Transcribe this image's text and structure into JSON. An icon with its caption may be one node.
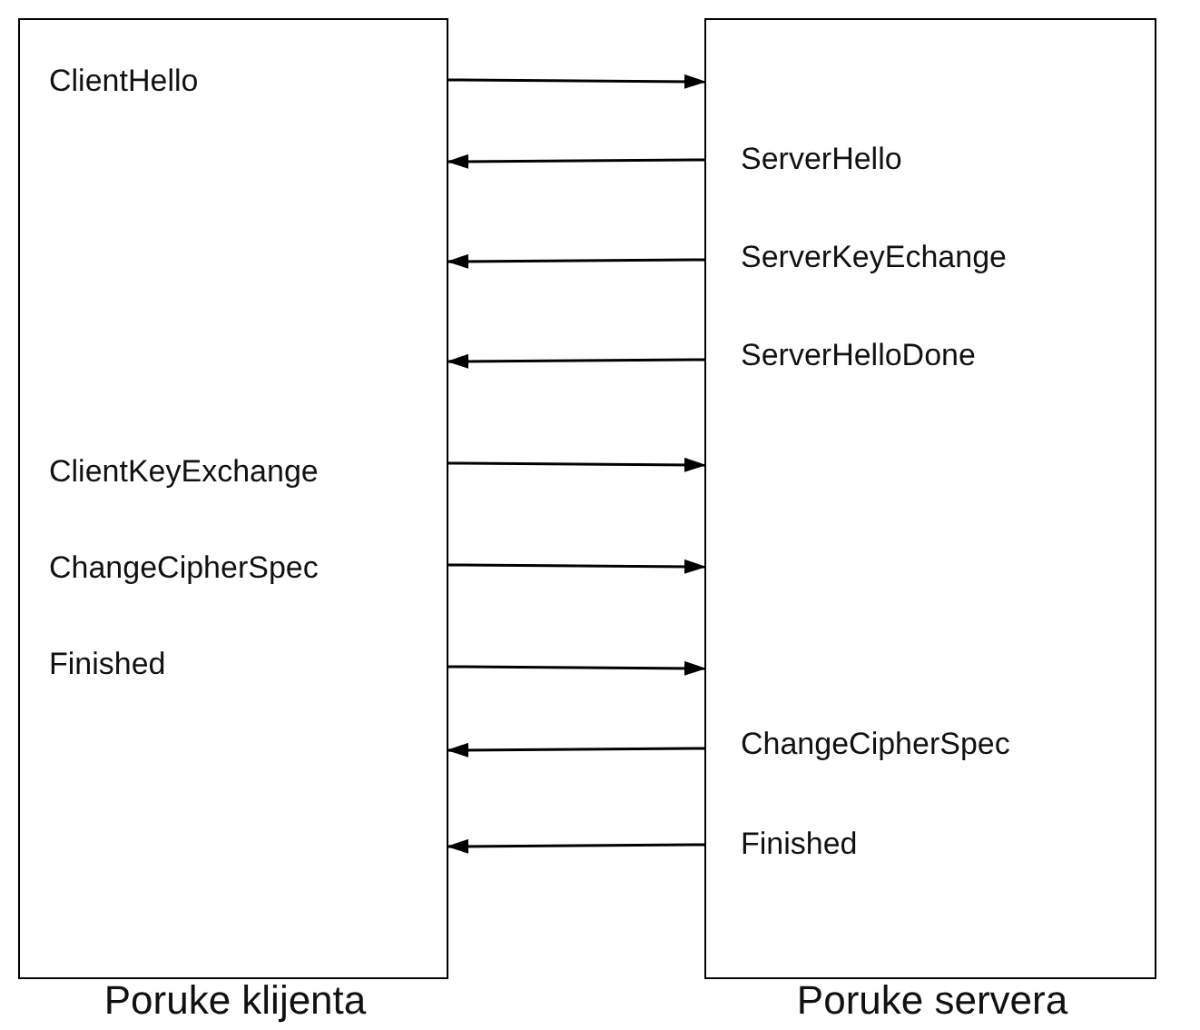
{
  "diagram": {
    "nodes": [
      {
        "text": [
          "ClientHello",
          "ClientKeyExchange",
          "ChangeCipherSpec",
          "Finished",
          "Poruke klijenta"
        ]
      },
      {
        "text": [
          "ServerHello",
          "ServerKeyEchange",
          "ServerHelloDone",
          "ChangeCipherSpec",
          "Finished",
          "Poruke servera"
        ]
      }
    ],
    "edges": [
      {
        "from": 0,
        "to": 1,
        "arrow": "to"
      },
      {
        "from": 1,
        "to": 0,
        "arrow": "to"
      },
      {
        "from": 1,
        "to": 0,
        "arrow": "to"
      },
      {
        "from": 1,
        "to": 0,
        "arrow": "to"
      },
      {
        "from": 0,
        "to": 1,
        "arrow": "to"
      },
      {
        "from": 0,
        "to": 1,
        "arrow": "to"
      },
      {
        "from": 0,
        "to": 1,
        "arrow": "to"
      },
      {
        "from": 1,
        "to": 0,
        "arrow": "to"
      },
      {
        "from": 1,
        "to": 0,
        "arrow": "to"
      }
    ]
  }
}
